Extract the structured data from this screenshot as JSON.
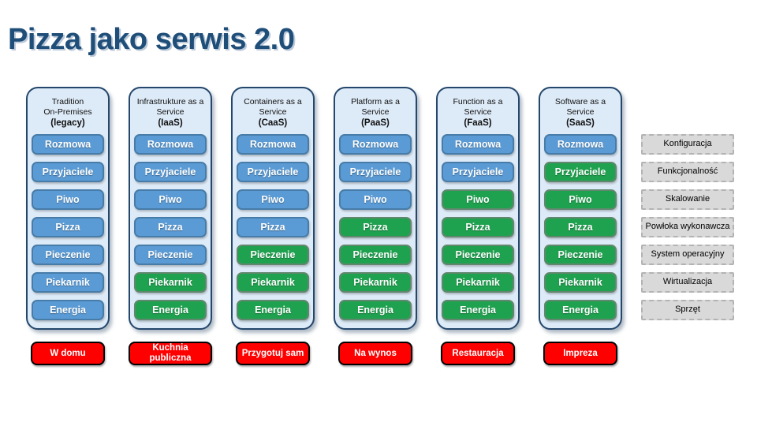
{
  "title": "Pizza jako serwis 2.0",
  "colors": {
    "title_text": "#1F4E79",
    "column_background": "#DDEAF7",
    "column_border": "#24476B",
    "self_managed_fill": "#5B9BD5",
    "self_managed_border": "#477CA8",
    "provider_managed_fill": "#1FA24F",
    "provider_managed_border": "#61876E",
    "layer_fill": "#D9D9D9",
    "layer_border": "#B3B3B3",
    "scenario_fill": "#FE0000",
    "scenario_border": "#000000"
  },
  "rows": [
    "Rozmowa",
    "Przyjaciele",
    "Piwo",
    "Pizza",
    "Pieczenie",
    "Piekarnik",
    "Energia"
  ],
  "layers": [
    "Konfiguracja",
    "Funkcjonalność",
    "Skalowanie",
    "Powłoka wykonawcza",
    "System operacyjny",
    "Wirtualizacja",
    "Sprzęt"
  ],
  "columns": [
    {
      "header": {
        "lines": [
          "Tradition",
          "On-Premises"
        ],
        "acronym": "(legacy)"
      },
      "cells": [
        {
          "label": "Rozmowa",
          "managed": "self"
        },
        {
          "label": "Przyjaciele",
          "managed": "self"
        },
        {
          "label": "Piwo",
          "managed": "self"
        },
        {
          "label": "Pizza",
          "managed": "self"
        },
        {
          "label": "Pieczenie",
          "managed": "self"
        },
        {
          "label": "Piekarnik",
          "managed": "self"
        },
        {
          "label": "Energia",
          "managed": "self"
        }
      ],
      "scenario": "W domu"
    },
    {
      "header": {
        "lines": [
          "Infrastrukture as a",
          "Service"
        ],
        "acronym": "(IaaS)"
      },
      "cells": [
        {
          "label": "Rozmowa",
          "managed": "self"
        },
        {
          "label": "Przyjaciele",
          "managed": "self"
        },
        {
          "label": "Piwo",
          "managed": "self"
        },
        {
          "label": "Pizza",
          "managed": "self"
        },
        {
          "label": "Pieczenie",
          "managed": "self"
        },
        {
          "label": "Piekarnik",
          "managed": "provider"
        },
        {
          "label": "Energia",
          "managed": "provider"
        }
      ],
      "scenario": "Kuchnia publiczna"
    },
    {
      "header": {
        "lines": [
          "Containers as a",
          "Service"
        ],
        "acronym": "(CaaS)"
      },
      "cells": [
        {
          "label": "Rozmowa",
          "managed": "self"
        },
        {
          "label": "Przyjaciele",
          "managed": "self"
        },
        {
          "label": "Piwo",
          "managed": "self"
        },
        {
          "label": "Pizza",
          "managed": "self"
        },
        {
          "label": "Pieczenie",
          "managed": "provider"
        },
        {
          "label": "Piekarnik",
          "managed": "provider"
        },
        {
          "label": "Energia",
          "managed": "provider"
        }
      ],
      "scenario": "Przygotuj sam"
    },
    {
      "header": {
        "lines": [
          "Platform as a",
          "Service"
        ],
        "acronym": "(PaaS)"
      },
      "cells": [
        {
          "label": "Rozmowa",
          "managed": "self"
        },
        {
          "label": "Przyjaciele",
          "managed": "self"
        },
        {
          "label": "Piwo",
          "managed": "self"
        },
        {
          "label": "Pizza",
          "managed": "provider"
        },
        {
          "label": "Pieczenie",
          "managed": "provider"
        },
        {
          "label": "Piekarnik",
          "managed": "provider"
        },
        {
          "label": "Energia",
          "managed": "provider"
        }
      ],
      "scenario": "Na wynos"
    },
    {
      "header": {
        "lines": [
          "Function as a",
          "Service"
        ],
        "acronym": "(FaaS)"
      },
      "cells": [
        {
          "label": "Rozmowa",
          "managed": "self"
        },
        {
          "label": "Przyjaciele",
          "managed": "self"
        },
        {
          "label": "Piwo",
          "managed": "provider"
        },
        {
          "label": "Pizza",
          "managed": "provider"
        },
        {
          "label": "Pieczenie",
          "managed": "provider"
        },
        {
          "label": "Piekarnik",
          "managed": "provider"
        },
        {
          "label": "Energia",
          "managed": "provider"
        }
      ],
      "scenario": "Restauracja"
    },
    {
      "header": {
        "lines": [
          "Software as a",
          "Service"
        ],
        "acronym": "(SaaS)"
      },
      "cells": [
        {
          "label": "Rozmowa",
          "managed": "self"
        },
        {
          "label": "Przyjaciele",
          "managed": "provider"
        },
        {
          "label": "Piwo",
          "managed": "provider"
        },
        {
          "label": "Pizza",
          "managed": "provider"
        },
        {
          "label": "Pieczenie",
          "managed": "provider"
        },
        {
          "label": "Piekarnik",
          "managed": "provider"
        },
        {
          "label": "Energia",
          "managed": "provider"
        }
      ],
      "scenario": "Impreza"
    }
  ]
}
